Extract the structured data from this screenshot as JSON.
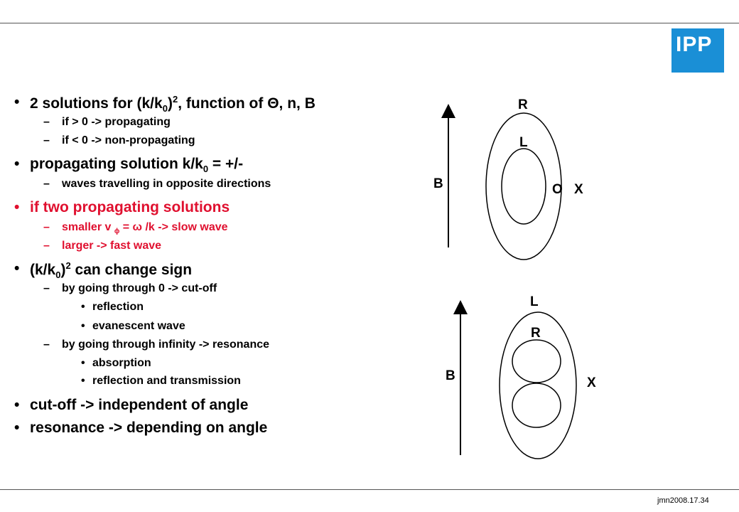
{
  "logo": {
    "text": "IPP",
    "color": "#1a8fd6"
  },
  "colors": {
    "highlight": "#e0102f"
  },
  "lines": [
    {
      "level": 1,
      "red": false,
      "parts": [
        "2 solutions for (k/k",
        "0",
        ")",
        "2",
        ", function of ",
        "Θ",
        ", n, B"
      ]
    },
    {
      "level": 2,
      "red": false,
      "text": "if > 0 -> propagating"
    },
    {
      "level": 2,
      "red": false,
      "text": "if < 0 -> non-propagating"
    },
    {
      "level": 1,
      "red": false,
      "parts": [
        "propagating solution k/k",
        "0",
        " = +/-"
      ]
    },
    {
      "level": 2,
      "red": false,
      "text": "waves travelling in opposite directions"
    },
    {
      "level": 1,
      "red": true,
      "text": "if two propagating solutions"
    },
    {
      "level": 2,
      "red": true,
      "parts": [
        "smaller v ",
        "ϕ",
        " = ",
        "ω",
        " /k -> slow wave"
      ]
    },
    {
      "level": 2,
      "red": true,
      "text": "larger -> fast wave"
    },
    {
      "level": 1,
      "red": false,
      "parts": [
        " (k/k",
        "0",
        ")",
        "2",
        " can change sign"
      ]
    },
    {
      "level": 2,
      "red": false,
      "text": "by going through 0  ->  cut-off"
    },
    {
      "level": 3,
      "red": false,
      "text": "reflection"
    },
    {
      "level": 3,
      "red": false,
      "text": "evanescent wave"
    },
    {
      "level": 2,
      "red": false,
      "text": "by going through  infinity -> resonance"
    },
    {
      "level": 3,
      "red": false,
      "text": "absorption"
    },
    {
      "level": 3,
      "red": false,
      "text": "reflection and transmission"
    },
    {
      "level": 1,
      "red": false,
      "text": "cut-off -> independent of angle"
    },
    {
      "level": 1,
      "red": false,
      "text": "resonance -> depending on angle"
    }
  ],
  "markers": {
    "bullet": "•",
    "dash": "–"
  },
  "diagram_top": {
    "arrow_label": "B",
    "outer_label": "R",
    "inner_label": "L",
    "mode_o": "O",
    "mode_x": "X"
  },
  "diagram_bottom": {
    "arrow_label": "B",
    "outer_label": "L",
    "inner_label": "R",
    "mode_x": "X"
  },
  "footer": {
    "text": "jmn2008.17.34"
  }
}
